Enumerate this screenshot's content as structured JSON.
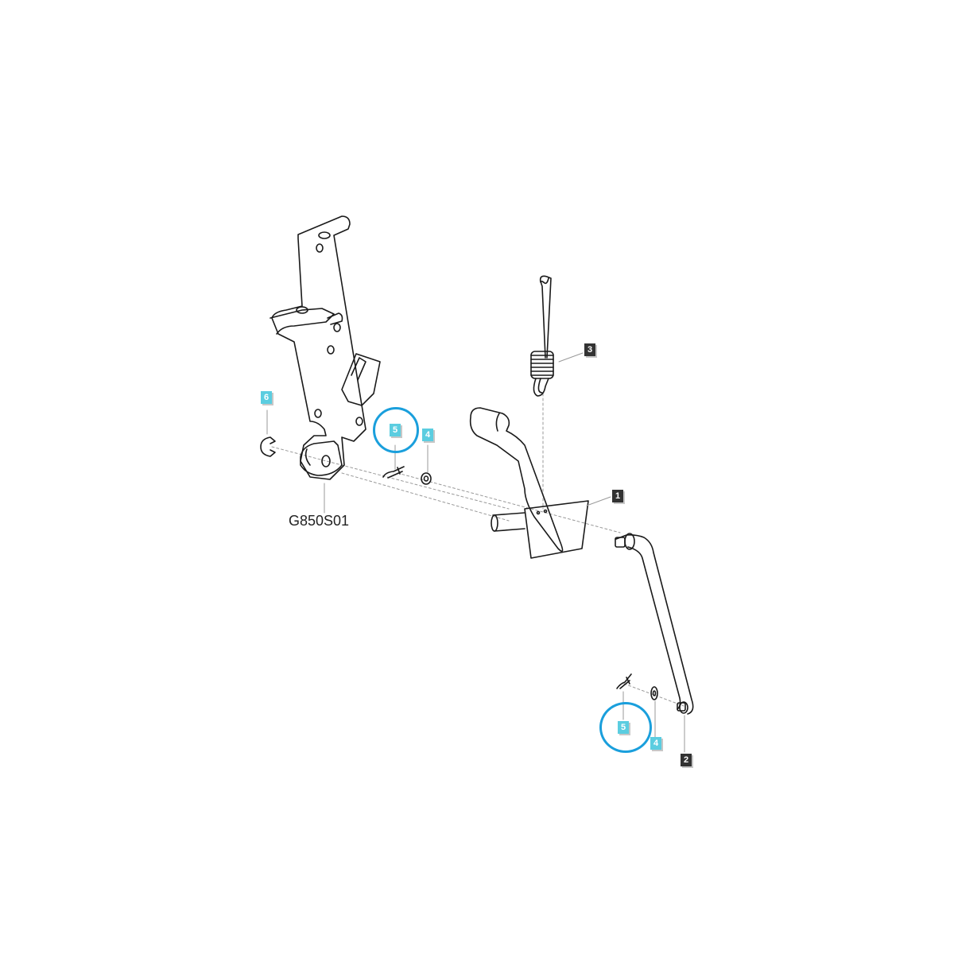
{
  "diagram": {
    "code": "G850S01",
    "colors": {
      "line": "#1a1a1a",
      "leader": "#999999",
      "reference_callout": "#5bcde0",
      "main_callout": "#333333",
      "highlight_circle": "#1a9fdc"
    },
    "callouts": [
      {
        "id": "c1",
        "label": "1",
        "kind": "main",
        "part": "pedal-lever"
      },
      {
        "id": "c2",
        "label": "2",
        "kind": "main",
        "part": "linkage-rod"
      },
      {
        "id": "c3",
        "label": "3",
        "kind": "main",
        "part": "extension-spring"
      },
      {
        "id": "c4a",
        "label": "4",
        "kind": "reference",
        "part": "washer"
      },
      {
        "id": "c4b",
        "label": "4",
        "kind": "reference",
        "part": "washer"
      },
      {
        "id": "c5a",
        "label": "5",
        "kind": "reference",
        "part": "hair-pin-clip",
        "highlighted": true
      },
      {
        "id": "c5b",
        "label": "5",
        "kind": "reference",
        "part": "hair-pin-clip",
        "highlighted": true
      },
      {
        "id": "c6",
        "label": "6",
        "kind": "reference",
        "part": "e-clip"
      }
    ]
  }
}
